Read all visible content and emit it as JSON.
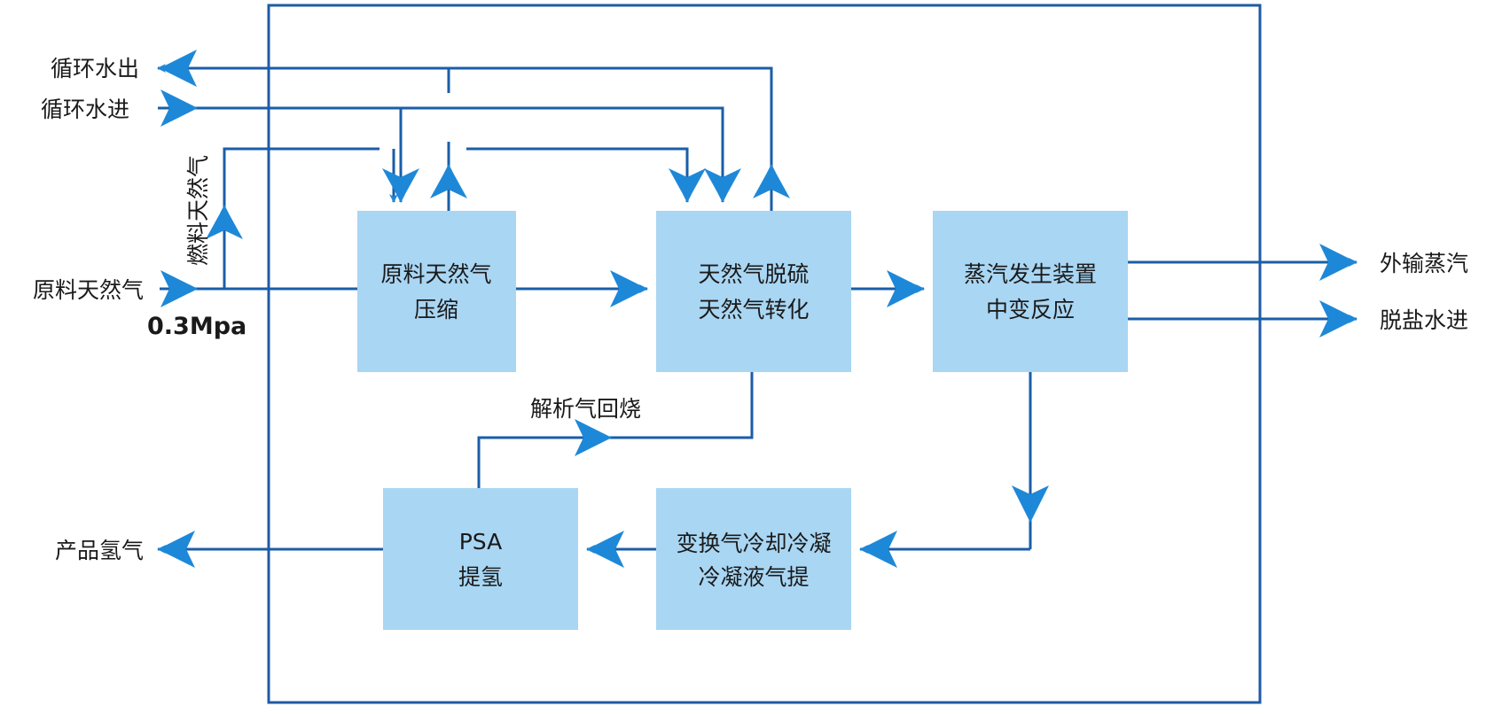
{
  "colors": {
    "frame": "#1f5aa6",
    "line": "#1a5ea8",
    "arrow": "#1e88d8",
    "box_fill": "#a9d6f3",
    "text": "#1a1a1a"
  },
  "inputs": {
    "circ_water_out": "循环水出",
    "circ_water_in": "循环水进",
    "fuel_gas": "燃料天然气",
    "feed_gas": "原料天然气",
    "pressure": "0.3Mpa"
  },
  "boxes": {
    "compress": {
      "line1": "原料天然气",
      "line2": "压缩"
    },
    "desulf": {
      "line1": "天然气脱硫",
      "line2": "天然气转化"
    },
    "steam": {
      "line1": "蒸汽发生装置",
      "line2": "中变反应"
    },
    "cool": {
      "line1": "变换气冷却冷凝",
      "line2": "冷凝液气提"
    },
    "psa": {
      "line1": "PSA",
      "line2": "提氢"
    }
  },
  "outputs": {
    "export_steam": "外输蒸汽",
    "demin_water": "脱盐水进",
    "product_h2": "产品氢气"
  },
  "annotations": {
    "tail_gas": "解析气回烧"
  }
}
